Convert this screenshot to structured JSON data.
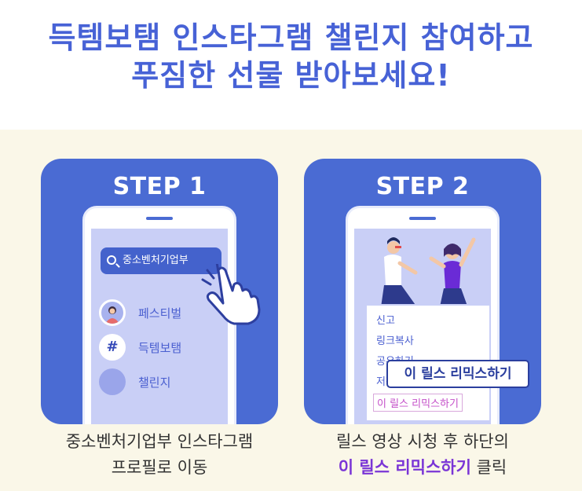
{
  "header": {
    "title_line1": "득템보탬 인스타그램 챌린지 참여하고",
    "title_line2": "푸짐한 선물 받아보세요!"
  },
  "colors": {
    "brand_blue": "#4a6bd3",
    "title_blue": "#4762d6",
    "accent_purple": "#7a35d6",
    "background": "#faf7e8"
  },
  "step1": {
    "title": "STEP 1",
    "search_label": "중소벤처기업부",
    "menu": [
      {
        "icon": "avatar-icon",
        "label": "페스티벌"
      },
      {
        "icon": "hash-icon",
        "label": "득템보탬"
      },
      {
        "icon": "circle-icon",
        "label": "챌린지"
      }
    ],
    "caption_line1": "중소벤처기업부 인스타그램",
    "caption_line2": "프로필로 이동"
  },
  "step2": {
    "title": "STEP 2",
    "popup_items": [
      "신고",
      "링크복사",
      "공유하기",
      "저장",
      "이 릴스 리믹스하기"
    ],
    "tooltip": "이 릴스 리믹스하기",
    "caption_line1": "릴스 영상 시청 후 하단의",
    "caption_highlight": "이 릴스 리믹스하기",
    "caption_suffix": " 클릭"
  }
}
